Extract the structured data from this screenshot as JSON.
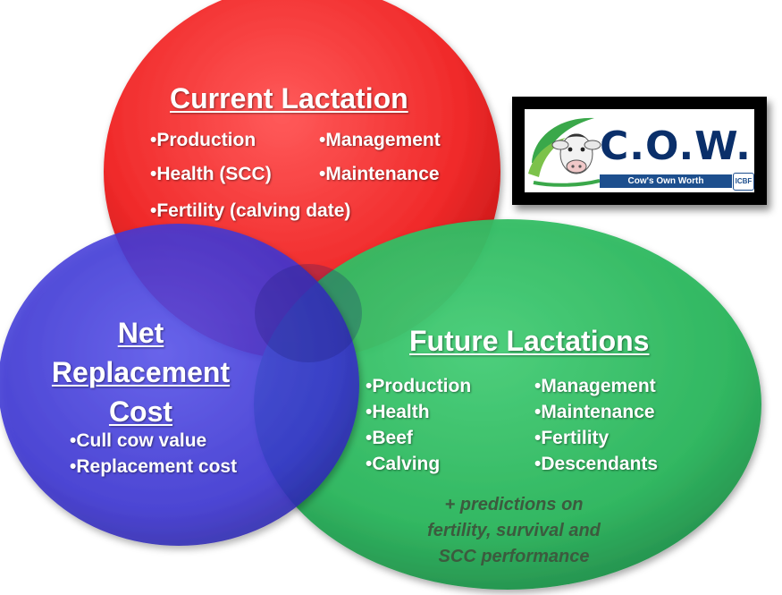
{
  "current_lactation": {
    "title": "Current Lactation",
    "bullets": [
      "•Production",
      "•Management",
      "•Health (SCC)",
      "•Maintenance",
      "•Fertility (calving date)"
    ]
  },
  "net_replacement_cost": {
    "title_lines": [
      "Net",
      "Replacement",
      "Cost"
    ],
    "bullets": [
      "•Cull cow value",
      "•Replacement cost"
    ]
  },
  "future_lactations": {
    "title": "Future Lactations",
    "bullets": [
      "•Production",
      "•Management",
      "•Health",
      "•Maintenance",
      "•Beef",
      "•Fertility",
      "•Calving",
      "•Descendants"
    ],
    "note_lines": [
      "+ predictions on",
      "fertility, survival and",
      "SCC performance"
    ]
  },
  "logo": {
    "wordmark": "C.O.W.",
    "tagline": "Cow's Own Worth",
    "badge": "ICBF"
  },
  "colors": {
    "red_circle": "#ff2b2b",
    "blue_circle": "#3b36d6",
    "green_circle": "#2dbd62",
    "logo_navy": "#0a2f6a"
  }
}
